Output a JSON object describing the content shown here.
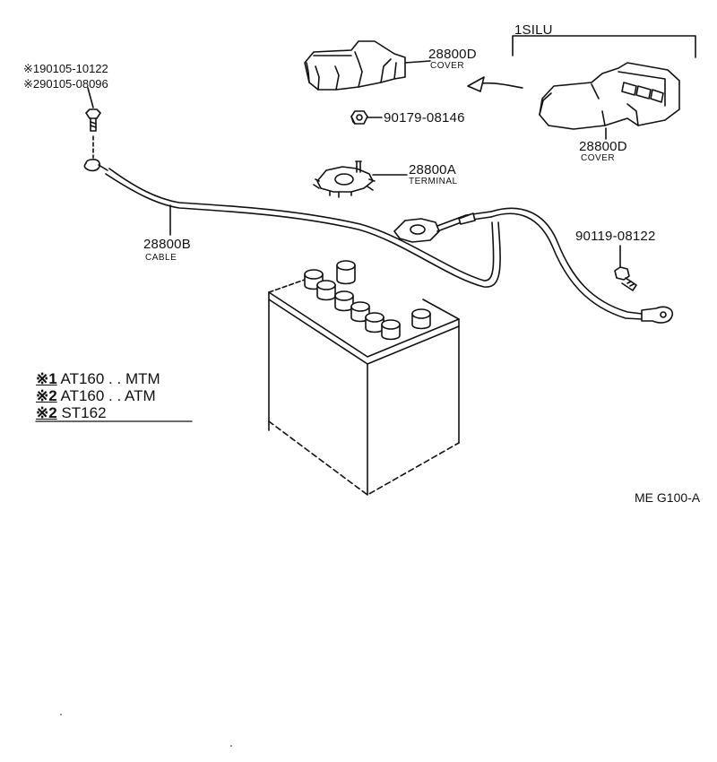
{
  "figure_code": "ME G100-A",
  "bolt_callouts": [
    {
      "mark": "※1",
      "part": "90105-10122"
    },
    {
      "mark": "※2",
      "part": "90105-08096"
    }
  ],
  "cover_left": {
    "part": "28800D",
    "name": "COVER"
  },
  "cover_right": {
    "part": "28800D",
    "name": "COVER"
  },
  "silu_group": "1SILU",
  "nut": {
    "part": "90179-08146"
  },
  "terminal": {
    "part": "28800A",
    "name": "TERMINAL"
  },
  "cable": {
    "part": "28800B",
    "name": "CABLE"
  },
  "bolt_right": {
    "part": "90119-08122"
  },
  "legend": [
    {
      "mark": "※1",
      "text": "AT160 . . MTM"
    },
    {
      "mark": "※2",
      "text": "AT160 . . ATM"
    },
    {
      "mark": "※2",
      "text": "ST162"
    }
  ]
}
